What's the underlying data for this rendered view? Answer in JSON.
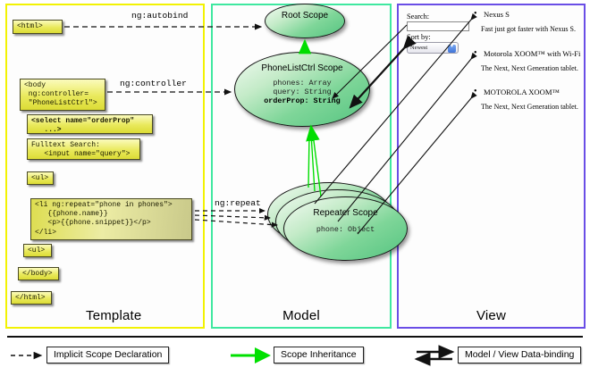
{
  "panels": [
    {
      "id": "template",
      "label": "Template",
      "color": "#f2f203"
    },
    {
      "id": "model",
      "label": "Model",
      "color": "#3fe8a0"
    },
    {
      "id": "view",
      "label": "View",
      "color": "#6a4ee6"
    }
  ],
  "template": {
    "boxes": [
      {
        "name": "html-open",
        "text": "<html>"
      },
      {
        "name": "body-open",
        "text": "<body\n ng:controller=\n \"PhoneListCtrl\">"
      },
      {
        "name": "select",
        "text": "<select name=\"orderProp\"\n   ...>"
      },
      {
        "name": "fulltext",
        "text": "Fulltext Search:\n   <input name=\"query\">"
      },
      {
        "name": "ul-open",
        "text": "<ul>"
      },
      {
        "name": "li-repeat",
        "text": "<li ng:repeat=\"phone in phones\">\n   {{phone.name}}\n   <p>{{phone.snippet}}</p>\n</li>"
      },
      {
        "name": "ul-close",
        "text": "<ul>"
      },
      {
        "name": "body-close",
        "text": "</body>"
      },
      {
        "name": "html-close",
        "text": "</html>"
      }
    ]
  },
  "model": {
    "scopes": [
      {
        "name": "root-scope",
        "title": "Root\nScope",
        "props": ""
      },
      {
        "name": "phonelistctrl-scope",
        "title": "PhoneListCtrl\nScope",
        "props_plain": "phones: Array\nquery: String\n",
        "props_bold": "orderProp: String"
      },
      {
        "name": "repeater-scope",
        "title": "Repeater\nScope",
        "props": "phone: Object"
      }
    ]
  },
  "view": {
    "search_label": "Search:",
    "search_value": "",
    "sort_label": "Sort by:",
    "sort_selected": "Newest",
    "sort_options": [
      "Newest"
    ],
    "phones": [
      {
        "name": "Nexus S",
        "snippet": "Fast just got faster with Nexus S."
      },
      {
        "name": "Motorola XOOM™ with Wi-Fi",
        "snippet": "The Next, Next Generation tablet."
      },
      {
        "name": "MOTOROLA XOOM™",
        "snippet": "The Next, Next Generation tablet."
      }
    ]
  },
  "connectors": [
    {
      "name": "ng-autobind",
      "label": "ng:autobind"
    },
    {
      "name": "ng-controller",
      "label": "ng:controller"
    },
    {
      "name": "ng-repeat",
      "label": "ng:repeat"
    }
  ],
  "legend": [
    {
      "name": "implicit-scope-declaration",
      "label": "Implicit Scope Declaration",
      "style": "dashed-arrow",
      "color": "#111111"
    },
    {
      "name": "scope-inheritance",
      "label": "Scope Inheritance",
      "style": "green-arrow",
      "color": "#00e000"
    },
    {
      "name": "model-view-data-binding",
      "label": "Model / View Data-binding",
      "style": "double-arrow",
      "color": "#111111"
    }
  ]
}
